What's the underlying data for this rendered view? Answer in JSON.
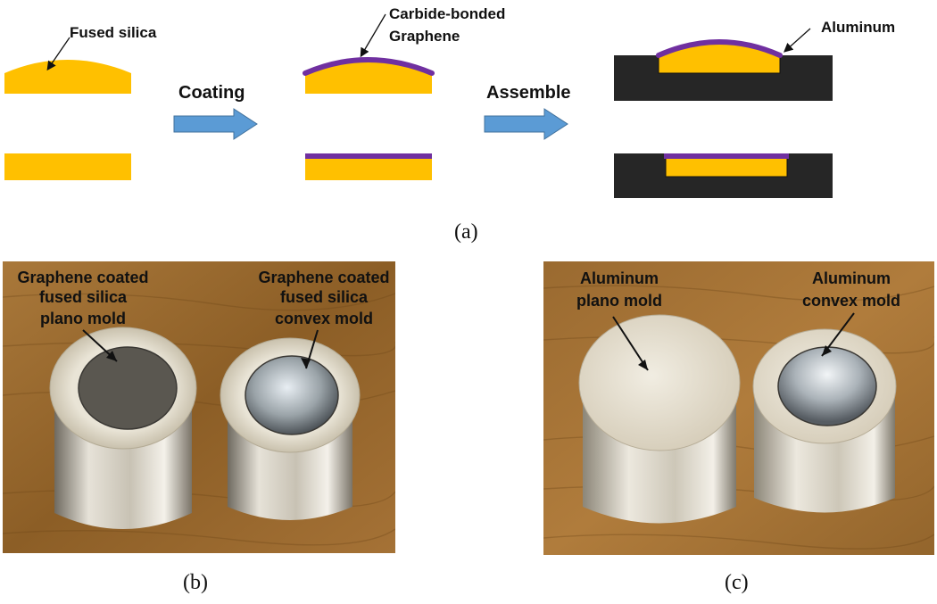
{
  "colors": {
    "fused_silica": "#ffc000",
    "graphene": "#7030a0",
    "aluminum": "#262626",
    "arrow": "#5b9bd5",
    "wood": "#9a6a2e"
  },
  "diagram": {
    "fused_silica_label": "Fused silica",
    "coating_step": "Coating",
    "graphene_label_line1": "Carbide-bonded",
    "graphene_label_line2": "Graphene",
    "assemble_step": "Assemble",
    "aluminum_label": "Aluminum",
    "caption": "(a)"
  },
  "photo_b": {
    "left_label_line1": "Graphene coated",
    "left_label_line2": "fused silica",
    "left_label_line3": "plano mold",
    "right_label_line1": "Graphene coated",
    "right_label_line2": "fused silica",
    "right_label_line3": "convex mold",
    "caption": "(b)"
  },
  "photo_c": {
    "left_label_line1": "Aluminum",
    "left_label_line2": "plano mold",
    "right_label_line1": "Aluminum",
    "right_label_line2": "convex mold",
    "caption": "(c)"
  }
}
